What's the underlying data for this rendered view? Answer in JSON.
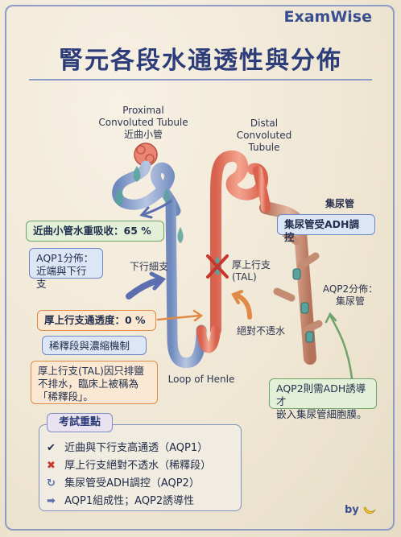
{
  "brand": "ExamWise",
  "title": "腎元各段水通透性與分佈",
  "labels": {
    "proximal_en_1": "Proximal",
    "proximal_en_2": "Convoluted Tubule",
    "proximal_zh": "近曲小管",
    "distal_en_1": "Distal",
    "distal_en_2": "Convoluted",
    "distal_en_3": "Tubule",
    "collecting_zh": "集尿管",
    "descending_limb": "下行細支",
    "tal_zh": "厚上行支",
    "tal_en": "(TAL)",
    "impermeable": "絕對不透水",
    "loop": "Loop of Henle",
    "aqp2_dist_1": "AQP2分佈：",
    "aqp2_dist_2": "集尿管"
  },
  "boxes": {
    "pct_reabsorb": "近曲小管水重吸收：65 %",
    "aqp1_1": "AQP1分佈：",
    "aqp1_2": "近端與下行支",
    "tal_perm": "厚上行支通透度：0 %",
    "diluting": "稀釋段與濃縮機制",
    "tal_note_1": "厚上行支(TAL)因只排鹽",
    "tal_note_2": "不排水，臨床上被稱為",
    "tal_note_3": "「稀釋段」。",
    "adh_control": "集尿管受ADH調控",
    "aqp2_note_1": "AQP2則需ADH誘導才",
    "aqp2_note_2": "嵌入集尿管細胞膜。"
  },
  "summary": {
    "heading": "考試重點",
    "items": [
      {
        "icon": "check-icon",
        "symbol": "✔",
        "color": "#2d3550",
        "text": "近曲與下行支高通透（AQP1）"
      },
      {
        "icon": "cross-icon",
        "symbol": "✖",
        "color": "#c8372d",
        "text": "厚上行支絕對不透水（稀釋段）"
      },
      {
        "icon": "curved-arrow-icon",
        "symbol": "↻",
        "color": "#5b6fb0",
        "text": "集尿管受ADH調控（AQP2）"
      },
      {
        "icon": "right-arrow-icon",
        "symbol": "➡",
        "color": "#5b6fb0",
        "text": "AQP1組成性；AQP2誘導性"
      }
    ]
  },
  "footer": {
    "by": "by"
  },
  "colors": {
    "blue_tubule": "#8fa6cf",
    "red_tubule": "#e98572",
    "brown_duct": "#c9937a",
    "accent_blue": "#3a4f90",
    "orange": "#e08a45",
    "green": "#6fa36a"
  }
}
